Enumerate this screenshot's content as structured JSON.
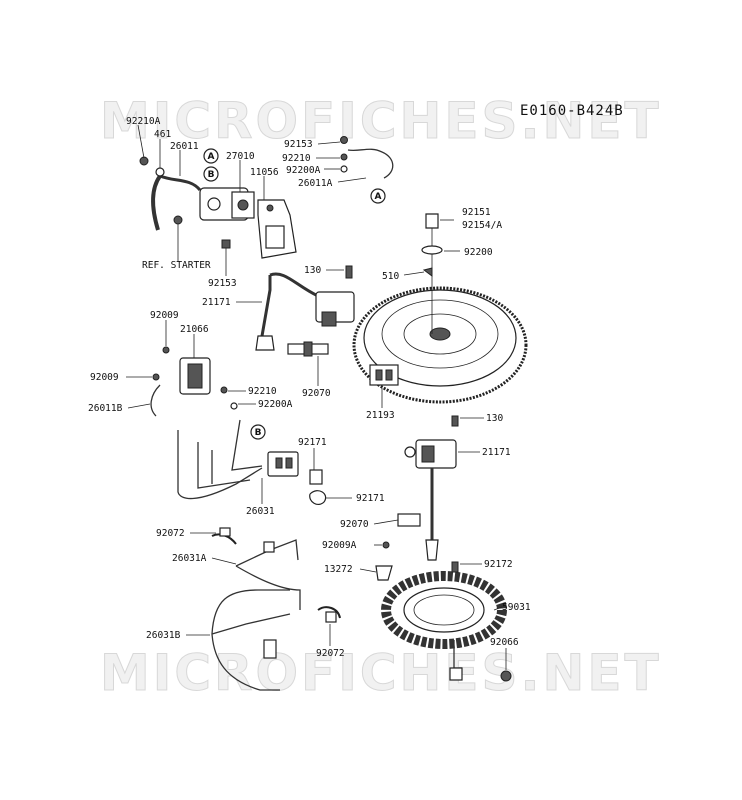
{
  "watermark": "MICROFICHES.NET",
  "diagram_code": "E0160-B424B",
  "ref_letters": {
    "a": "A",
    "b": "B"
  },
  "labels": {
    "p92210A": "92210A",
    "p461": "461",
    "p26011": "26011",
    "p27010": "27010",
    "p11056": "11056",
    "p92153a": "92153",
    "p92210a": "92210",
    "p92200Aa": "92200A",
    "p26011A": "26011A",
    "pRefStarter": "REF. STARTER",
    "p92153b": "92153",
    "p92151": "92151",
    "p92154A": "92154/A",
    "p92200": "92200",
    "p510": "510",
    "p130a": "130",
    "p21171a": "21171",
    "p92009a": "92009",
    "p21066": "21066",
    "p92009b": "92009",
    "p26011B": "26011B",
    "p92210b": "92210",
    "p92200Ab": "92200A",
    "p92070a": "92070",
    "p21193": "21193",
    "p130b": "130",
    "p21171b": "21171",
    "p92171a": "92171",
    "p92171b": "92171",
    "p26031": "26031",
    "p92070b": "92070",
    "p92072a": "92072",
    "p26031A": "26031A",
    "p92009A": "92009A",
    "p13272": "13272",
    "p92172": "92172",
    "p59031": "59031",
    "p26031B": "26031B",
    "p92072b": "92072",
    "p92066": "92066"
  }
}
